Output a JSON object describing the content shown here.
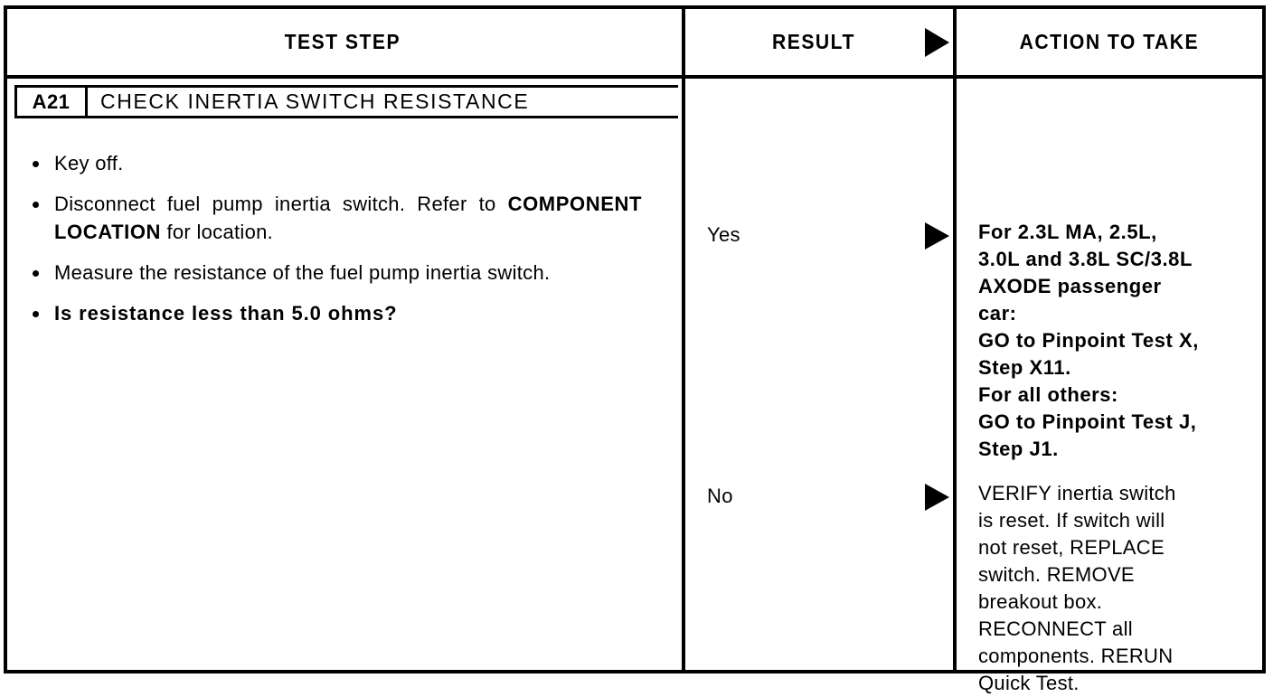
{
  "header": {
    "columns": [
      {
        "label": "TEST STEP"
      },
      {
        "label": "RESULT",
        "marker": "right-triangle-icon"
      },
      {
        "label": "ACTION TO TAKE"
      }
    ]
  },
  "test_step": {
    "id": "A21",
    "title": "CHECK INERTIA SWITCH RESISTANCE",
    "items": [
      {
        "text": "Key off.",
        "bold": false
      },
      {
        "pre": "Disconnect fuel pump inertia switch. Refer to ",
        "emph": "COMPONENT LOCATION",
        "post": " for location.",
        "bold": false
      },
      {
        "text": "Measure the resistance of the fuel pump inertia switch.",
        "bold": false
      },
      {
        "text": "Is resistance less than 5.0 ohms?",
        "bold": true
      }
    ]
  },
  "results": [
    {
      "label": "Yes",
      "marker": "right-triangle-icon",
      "action": "For 2.3L MA, 2.5L,\n3.0L and 3.8L SC/3.8L\nAXODE passenger\ncar:\nGO to Pinpoint Test X,\nStep X11.\nFor all others:\nGO to Pinpoint Test J,\nStep J1."
    },
    {
      "label": "No",
      "marker": "right-triangle-icon",
      "action": "VERIFY inertia switch\nis reset. If switch will\nnot reset, REPLACE\nswitch. REMOVE\nbreakout box.\nRECONNECT all\ncomponents. RERUN\nQuick Test."
    }
  ],
  "colors": {
    "ink": "#000000",
    "paper": "#ffffff"
  }
}
